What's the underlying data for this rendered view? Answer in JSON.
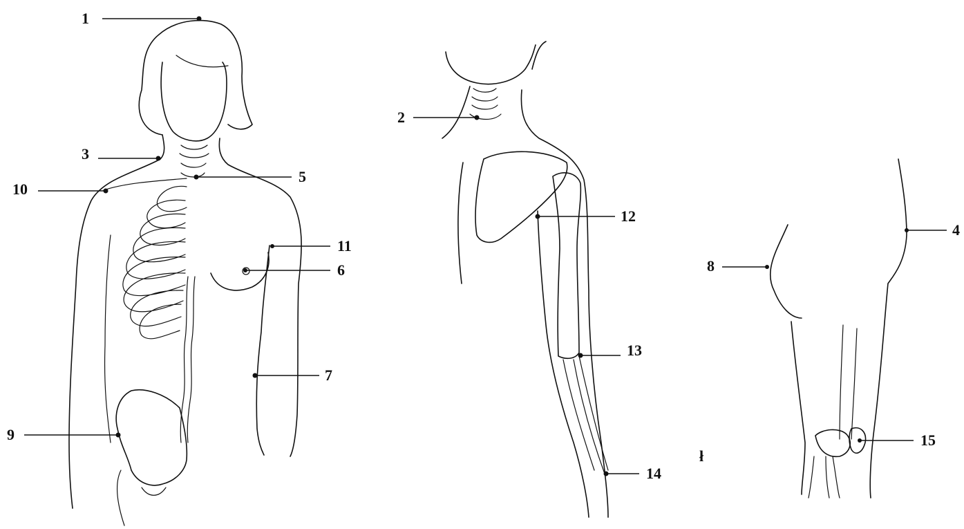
{
  "diagram": {
    "labels": [
      {
        "id": "1",
        "text": "1"
      },
      {
        "id": "2",
        "text": "2"
      },
      {
        "id": "3",
        "text": "3"
      },
      {
        "id": "4",
        "text": "4"
      },
      {
        "id": "5",
        "text": "5"
      },
      {
        "id": "6",
        "text": "6"
      },
      {
        "id": "7",
        "text": "7"
      },
      {
        "id": "8",
        "text": "8"
      },
      {
        "id": "9",
        "text": "9"
      },
      {
        "id": "10",
        "text": "10"
      },
      {
        "id": "11",
        "text": "11"
      },
      {
        "id": "12",
        "text": "12"
      },
      {
        "id": "13",
        "text": "13"
      },
      {
        "id": "14",
        "text": "14"
      },
      {
        "id": "15",
        "text": "15"
      }
    ],
    "stray_mark": "ł",
    "colors": {
      "ink": "#111111",
      "background": "#ffffff"
    }
  }
}
